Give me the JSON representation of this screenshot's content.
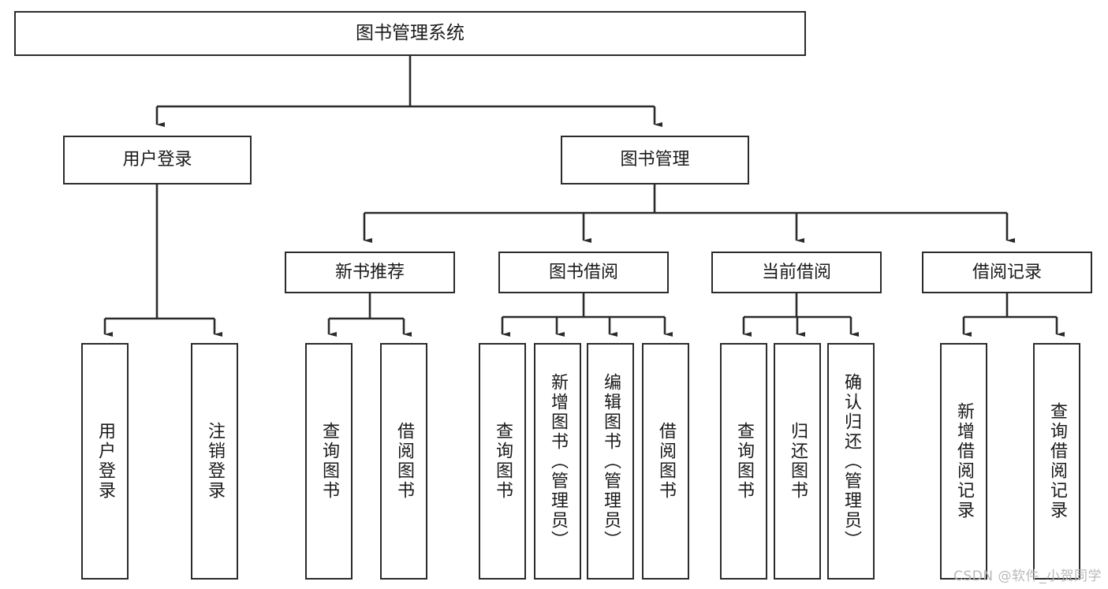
{
  "diagram": {
    "type": "tree",
    "title": "图书管理系统",
    "colors": {
      "stroke": "#2b2b2b",
      "fill": "#ffffff",
      "text": "#1a1a1a",
      "watermark": "#b9b9b9"
    },
    "nodes": {
      "root": {
        "label": "图书管理系统"
      },
      "level2": [
        {
          "label": "用户登录"
        },
        {
          "label": "图书管理"
        }
      ],
      "level3": [
        {
          "label": "新书推荐"
        },
        {
          "label": "图书借阅"
        },
        {
          "label": "当前借阅"
        },
        {
          "label": "借阅记录"
        }
      ],
      "leaves_user_login": [
        {
          "label": "用户登录"
        },
        {
          "label": "注销登录"
        }
      ],
      "leaves_new_book": [
        {
          "label": "查询图书"
        },
        {
          "label": "借阅图书"
        }
      ],
      "leaves_borrow": [
        {
          "label": "查询图书"
        },
        {
          "label": "新增图书（管理员）"
        },
        {
          "label": "编辑图书（管理员）"
        },
        {
          "label": "借阅图书"
        }
      ],
      "leaves_current": [
        {
          "label": "查询图书"
        },
        {
          "label": "归还图书"
        },
        {
          "label": "确认归还（管理员）"
        }
      ],
      "leaves_record": [
        {
          "label": "新增借阅记录"
        },
        {
          "label": "查询借阅记录"
        }
      ]
    }
  },
  "watermark": {
    "text": "CSDN @软件_小贺同学"
  }
}
